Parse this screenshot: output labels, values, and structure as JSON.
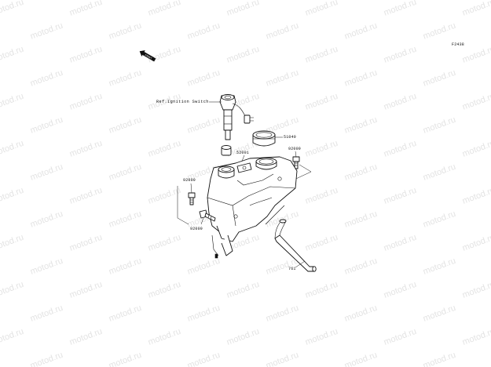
{
  "diagram_code": "F2438",
  "watermark": "motod.ru",
  "front_arrow_label": "FRONT",
  "labels": {
    "ref_ignition_switch": "Ref.Ignition Switch",
    "p51049": "51049",
    "p52001": "52001",
    "p92009_right": "92009",
    "p92009_left_top": "92009",
    "p92009_left_bottom": "92009",
    "p761": "761"
  }
}
